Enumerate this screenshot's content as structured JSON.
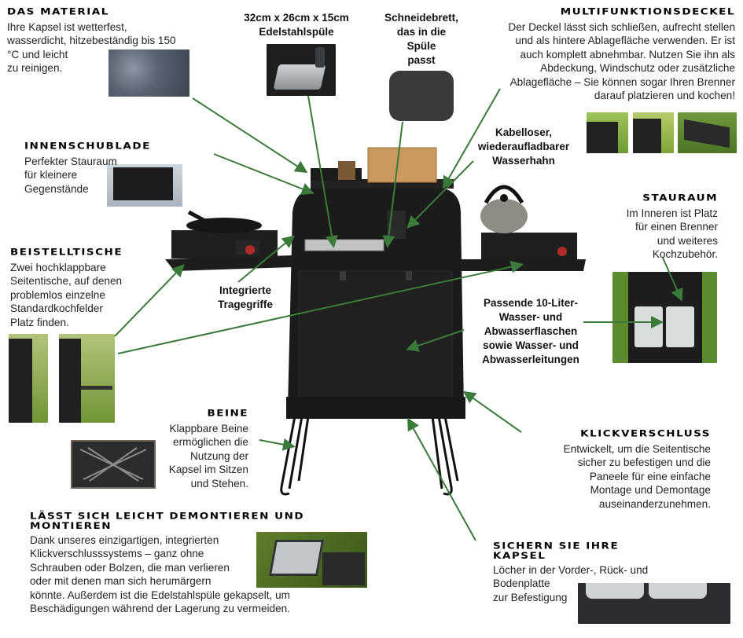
{
  "colors": {
    "arrow": "#3b7a3b",
    "heading": "#000000",
    "text": "#222222",
    "product": "#1b1b1b"
  },
  "sections": {
    "material": {
      "heading": "Das Material",
      "lines": [
        "Ihre Kapsel ist wetterfest,",
        "wasserdicht, hitzebeständig bis 150",
        "°C und leicht",
        "zu reinigen."
      ]
    },
    "sink": {
      "lines": [
        "32cm x 26cm x 15cm",
        "Edelstahlspüle"
      ]
    },
    "cutting_board": {
      "lines": [
        "Schneidebrett,",
        "das in die",
        "Spüle",
        "passt"
      ]
    },
    "lid": {
      "heading": "Multifunktionsdeckel",
      "lines": [
        "Der Deckel lässt sich schließen, aufrecht stellen",
        "und als hintere Ablagefläche verwenden. Er ist",
        "auch komplett abnehmbar. Nutzen Sie ihn als",
        "Abdeckung, Windschutz oder zusätzliche",
        "Ablagefläche – Sie können sogar Ihren Brenner",
        "darauf platzieren und kochen!"
      ]
    },
    "faucet": {
      "lines": [
        "Kabelloser,",
        "wiederaufladbarer",
        "Wasserhahn"
      ]
    },
    "drawer": {
      "heading": "Innenschublade",
      "lines": [
        "Perfekter Stauraum",
        "für kleinere",
        "Gegenstände"
      ]
    },
    "storage": {
      "heading": "Stauraum",
      "lines": [
        "Im Inneren ist Platz",
        "für einen Brenner",
        "und weiteres",
        "Kochzubehör."
      ]
    },
    "side_tables": {
      "heading": "Beistelltische",
      "lines": [
        "Zwei hochklappbare",
        "Seitentische, auf denen",
        "problemlos einzelne",
        "Standardkochfelder",
        "Platz finden."
      ]
    },
    "handles": {
      "lines": [
        "Integrierte",
        "Tragegriffe"
      ]
    },
    "bottles": {
      "lines": [
        "Passende 10-Liter-",
        "Wasser- und",
        "Abwasserflaschen",
        "sowie Wasser- und",
        "Abwasserleitungen"
      ]
    },
    "legs": {
      "heading": "Beine",
      "lines": [
        "Klappbare Beine",
        "ermöglichen die",
        "Nutzung der",
        "Kapsel im Sitzen",
        "und Stehen."
      ]
    },
    "click_lock": {
      "heading": "Klickverschluss",
      "lines": [
        "Entwickelt, um die Seitentische",
        "sicher zu befestigen und die",
        "Paneele für eine einfache",
        "Montage und Demontage",
        "auseinanderzunehmen."
      ]
    },
    "assembly": {
      "heading_lines": [
        "Lässt sich leicht demontieren und",
        "montieren"
      ],
      "lines": [
        "Dank unseres einzigartigen, integrierten",
        "Klickverschlusssystems – ganz ohne",
        "Schrauben oder Bolzen, die man verlieren",
        "oder mit denen man sich herumärgern",
        "könnte. Außerdem ist die Edelstahlspüle gekapselt, um",
        "Beschädigungen während der Lagerung zu vermeiden."
      ]
    },
    "secure": {
      "heading_lines": [
        "Sichern Sie Ihre",
        "Kapsel"
      ],
      "lines": [
        "Löcher in der Vorder-, Rück- und",
        "Bodenplatte",
        "zur Befestigung"
      ]
    }
  }
}
